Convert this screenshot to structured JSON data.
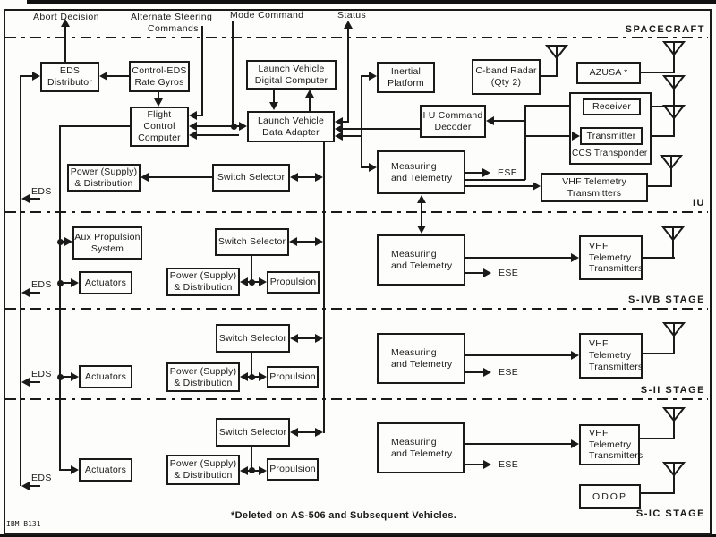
{
  "stages": {
    "spacecraft": "SPACECRAFT",
    "iu": "IU",
    "s_ivb": "S-IVB STAGE",
    "s_ii": "S-II STAGE",
    "s_ic": "S-IC STAGE"
  },
  "signals": {
    "abort_decision": "Abort Decision",
    "alternate_steering": "Alternate Steering",
    "alternate_steering_2": "Commands",
    "mode_command": "Mode Command",
    "status": "Status",
    "eds": "EDS",
    "ese": "ESE"
  },
  "boxes": {
    "eds_distributor": "EDS\nDistributor",
    "control_eds_rate_gyros": "Control-EDS\nRate  Gyros",
    "lv_digital_computer": "Launch Vehicle\nDigital Computer",
    "flight_control_computer": "Flight\nControl\nComputer",
    "lv_data_adapter": "Launch Vehicle\nData Adapter",
    "inertial_platform": "Inertial\nPlatform",
    "c_band_radar": "C-band Radar\n(Qty 2)",
    "azusa": "AZUSA *",
    "receiver": "Receiver",
    "transmitter": "Transmitter",
    "ccs_transponder": "CCS Transponder",
    "iu_command_decoder": "I U Command\nDecoder",
    "measuring_telemetry": "Measuring\nand Telemetry",
    "vhf_telemetry_2line": "VHF Telemetry\nTransmitters",
    "vhf_telemetry_3line": "VHF\nTelemetry\nTransmitters",
    "switch_selector": "Switch Selector",
    "power_distribution": "Power (Supply)\n& Distribution",
    "aux_propulsion": "Aux Propulsion\nSystem",
    "actuators": "Actuators",
    "propulsion": "Propulsion",
    "odop": "ODOP"
  },
  "footer": {
    "footnote": "*Deleted on AS-506 and Subsequent Vehicles.",
    "credit": "IBM B131"
  }
}
